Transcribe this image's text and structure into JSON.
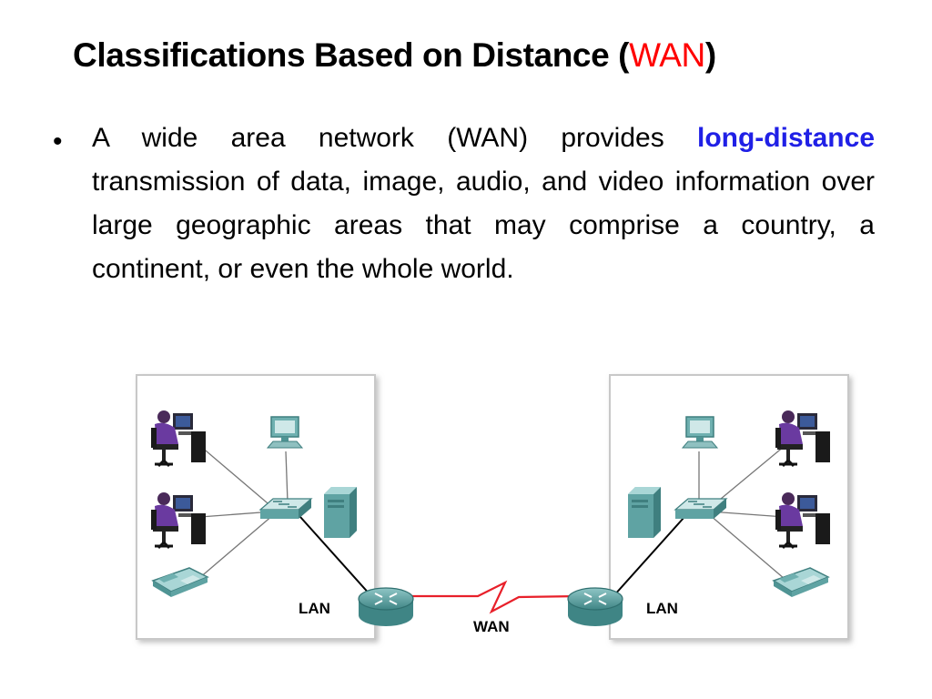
{
  "title": {
    "prefix": "Classifications Based on Distance (",
    "accent": "WAN",
    "suffix": ")",
    "accent_color": "#ff0000"
  },
  "bullet": {
    "marker": "•",
    "text_before": "A wide area network (WAN) provides ",
    "highlight": "long-distance",
    "text_after": " transmission of data, image, audio, and video information over large geographic areas that may comprise a country, a continent, or even the whole world.",
    "highlight_color": "#2020e6"
  },
  "diagram": {
    "left_lan_label": "LAN",
    "right_lan_label": "LAN",
    "wan_label": "WAN",
    "wan_link_color": "#e8202a",
    "device_color": "#5fa3a3"
  }
}
